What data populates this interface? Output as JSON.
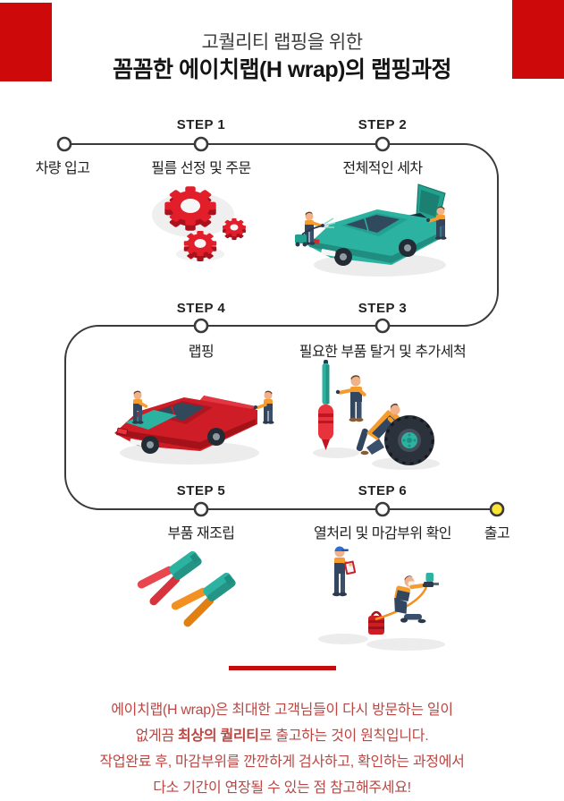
{
  "colors": {
    "accent_red": "#ce0909",
    "divider_red": "#c30d0d",
    "footer_text_red": "#bb4642",
    "flow_line": "#3a3a3a",
    "end_node_yellow": "#fbe338",
    "illustration_teal": "#2cb2a0",
    "illustration_red": "#ce1d26",
    "illustration_orange": "#f59c2f"
  },
  "header": {
    "title_line1": "고퀄리티 랩핑을 위한",
    "title_line2": "꼼꼼한 에이치랩(H wrap)의 랩핑과정"
  },
  "flow": {
    "start": {
      "label": "차량 입고"
    },
    "end": {
      "label": "출고"
    },
    "steps": [
      {
        "step_label": "STEP 1",
        "caption": "필름 선정 및 주문",
        "icon": "red-gears-icon"
      },
      {
        "step_label": "STEP 2",
        "caption": "전체적인 세차",
        "icon": "car-wash-icon"
      },
      {
        "step_label": "STEP 3",
        "caption": "필요한 부품 탈거 및 추가세척",
        "icon": "tire-removal-icon"
      },
      {
        "step_label": "STEP 4",
        "caption": "랩핑",
        "icon": "car-wrapping-icon"
      },
      {
        "step_label": "STEP 5",
        "caption": "부품 재조립",
        "icon": "crimp-tools-icon"
      },
      {
        "step_label": "STEP 6",
        "caption": "열처리 및 마감부위 확인",
        "icon": "heat-gun-inspection-icon"
      }
    ]
  },
  "footer": {
    "line1": "에이치랩(H wrap)은 최대한 고객님들이 다시 방문하는 일이",
    "line2_prefix": "없게끔 ",
    "line2_bold": "최상의 퀄리티",
    "line2_suffix": "로 출고하는 것이 원칙입니다.",
    "line3": "작업완료 후, 마감부위를 깐깐하게 검사하고, 확인하는 과정에서",
    "line4": "다소 기간이 연장될 수 있는 점 참고해주세요!"
  }
}
